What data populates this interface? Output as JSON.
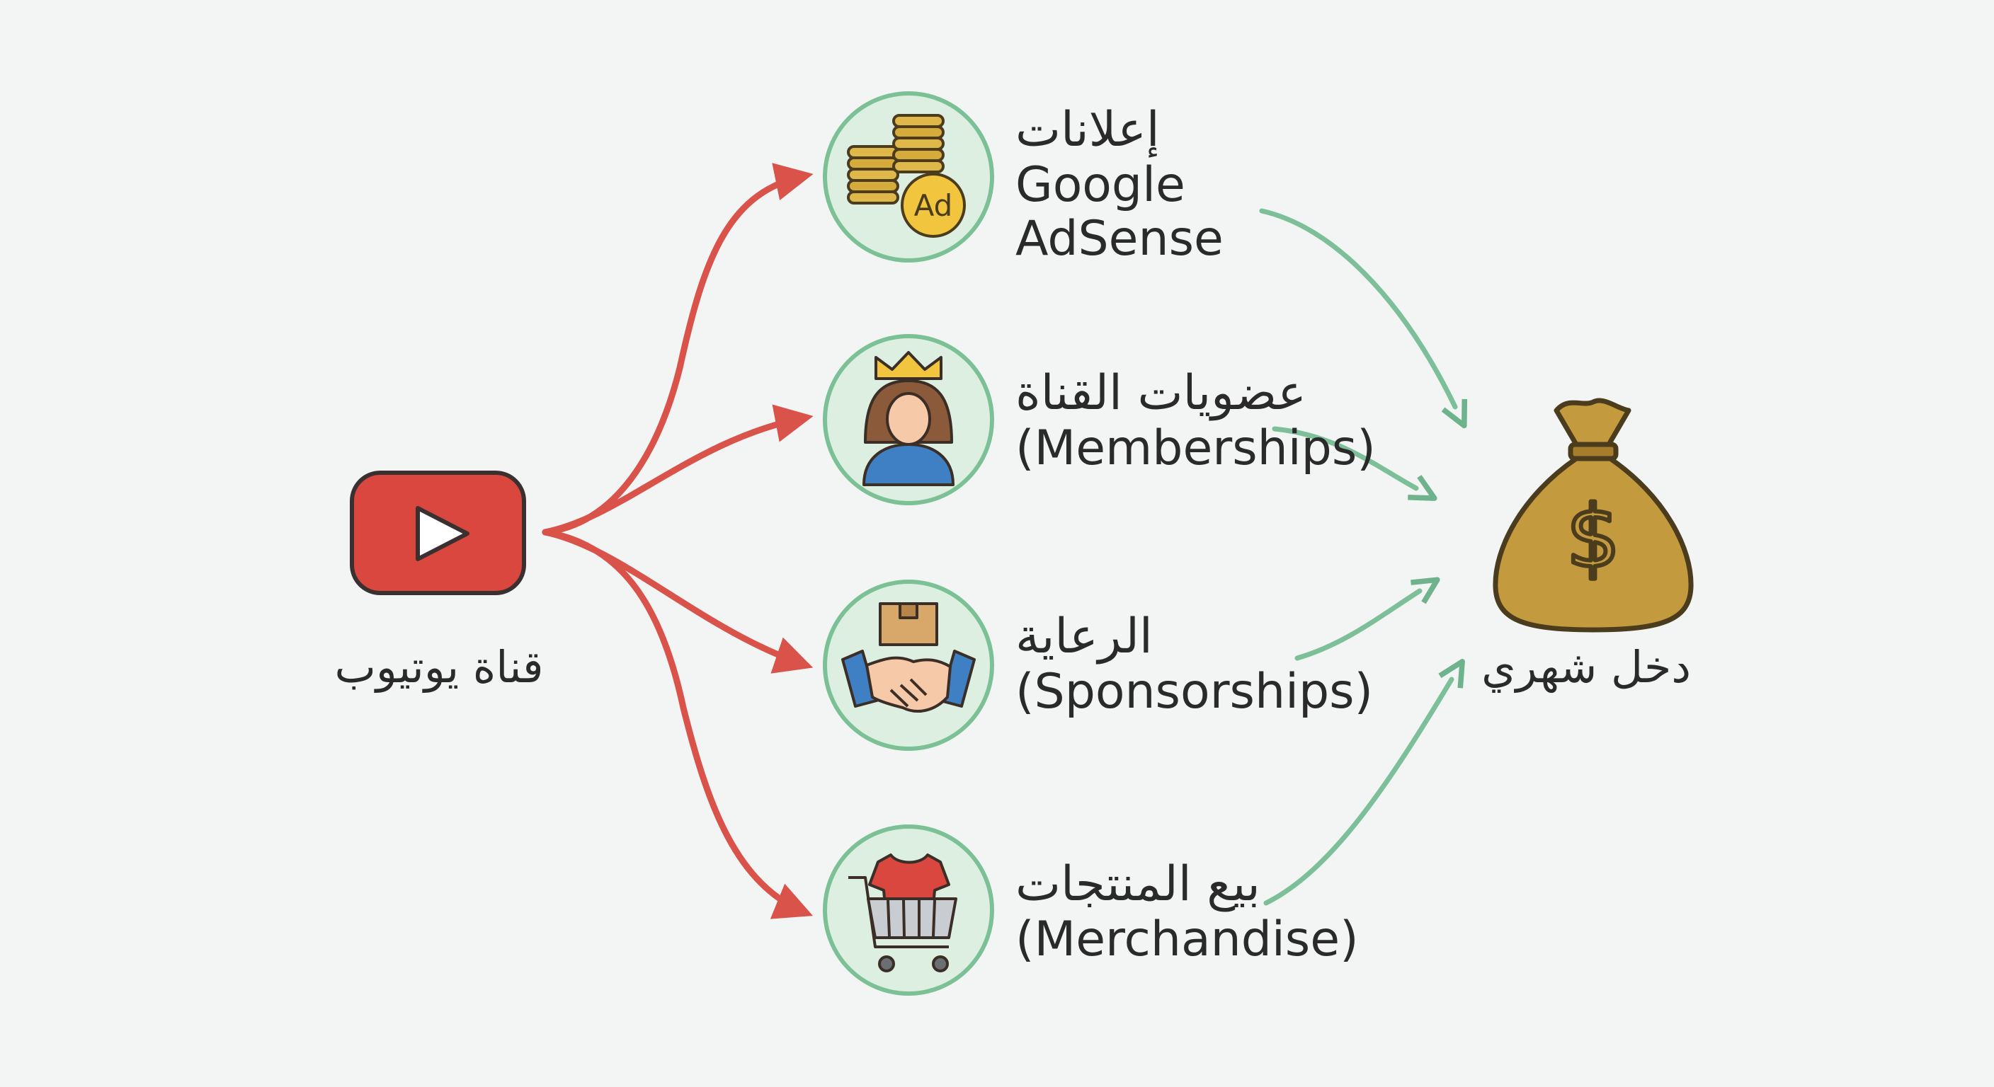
{
  "source": {
    "label": "قناة يوتيوب",
    "icon": "youtube-play-icon",
    "color": "#d9473f"
  },
  "target": {
    "label": "دخل شهري",
    "icon": "money-bag-icon",
    "color": "#c49a3e"
  },
  "streams": [
    {
      "label_ar": "إعلانات",
      "label_en": [
        "Google",
        "AdSense"
      ],
      "icon": "ad-coins-icon"
    },
    {
      "label_ar": "عضويات القناة",
      "label_en": [
        "(Memberships)"
      ],
      "icon": "crowned-member-icon"
    },
    {
      "label_ar": "الرعاية",
      "label_en": [
        "(Sponsorships)"
      ],
      "icon": "handshake-box-icon"
    },
    {
      "label_ar": "بيع المنتجات",
      "label_en": [
        "(Merchandise)"
      ],
      "icon": "shirt-cart-icon"
    }
  ],
  "colors": {
    "background": "#f3f5f4",
    "outgoing_arrow": "#d9534a",
    "incoming_arrow": "#7cbf98",
    "icon_circle_fill": "#dcefe0",
    "icon_circle_stroke": "#7cc196"
  }
}
